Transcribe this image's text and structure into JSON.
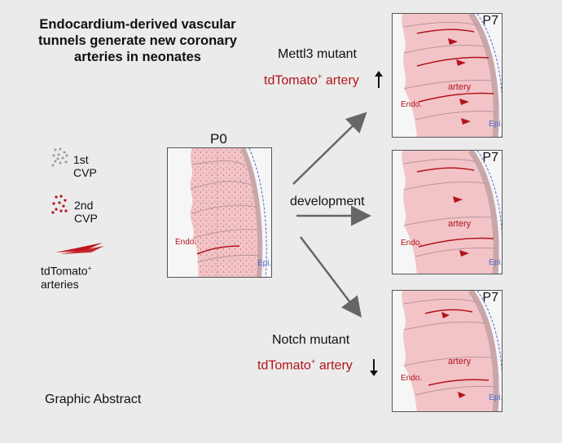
{
  "title": "Endocardium-derived vascular tunnels generate new coronary arteries in neonates",
  "footer": "Graphic Abstract",
  "legend": {
    "first_cvp": "1st CVP",
    "second_cvp": "2nd CVP",
    "arteries": "tdTomato",
    "arteries_sup": "+",
    "arteries_suffix": " arteries"
  },
  "stages": {
    "p0": "P0",
    "p7": "P7",
    "development": "development"
  },
  "mettl3": {
    "label": "Mettl3 mutant",
    "artery": "tdTomato",
    "sup": "+",
    "suffix": " artery"
  },
  "notch": {
    "label": "Notch mutant",
    "artery": "tdTomato",
    "sup": "+",
    "suffix": " artery"
  },
  "panel_labels": {
    "endo": "Endo.",
    "epi": "Epi.",
    "artery": "artery"
  },
  "colors": {
    "tissue": "#f2c4c8",
    "artery_red": "#b3131a",
    "epi_blue": "#4b6bd0",
    "arrow_gray": "#666666"
  }
}
